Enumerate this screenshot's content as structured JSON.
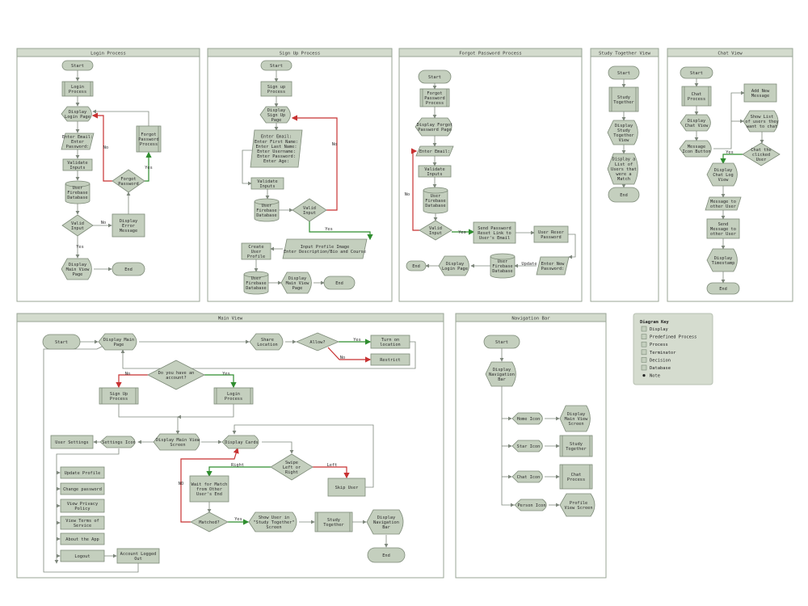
{
  "frames": {
    "login": "Login Process",
    "signup": "Sign Up Process",
    "forgot": "Forgot Password Process",
    "study": "Study Together View",
    "chat": "Chat View",
    "main": "Main View",
    "nav": "Navigation Bar"
  },
  "nodes": {
    "l_start": "Start",
    "l_proc": "Login\nProcess",
    "l_disp": "Display\nLogin Page",
    "l_enter": "Enter Email:\nEnter\nPassword:",
    "l_valid": "Validate\nInputs",
    "l_db": "User\nFirebase\nDatabase",
    "l_vi": "Valid\nInput",
    "l_err": "Display\nError\nMessage",
    "l_fp": "Forgot\nPassword",
    "l_fpp": "Forgot\nPassword\nProcess",
    "l_main": "Display\nMain View\nPage",
    "l_end": "End",
    "s_start": "Start",
    "s_proc": "Sign up\nProcess",
    "s_disp": "Display\nSign Up\nPage",
    "s_enter": "Enter Email:\nEnter First Name:\nEnter Last Name:\nEnter Username:\nEnter Password:\nEnter Age:",
    "s_valid": "Validate\nInputs",
    "s_db": "User\nFirebase\nDatabase",
    "s_vi": "Valid\nInput",
    "s_profile": "Input Profile Image\nEnter Description/Bio and Course",
    "s_create": "Create\nUser\nProfile",
    "s_db2": "User\nFirebase\nDatabase",
    "s_main": "Display\nMain View\nPage",
    "s_end": "End",
    "f_start": "Start",
    "f_proc": "Forgot\nPassword\nProcess",
    "f_disp": "Display Forgot\nPassword Page",
    "f_enter": "Enter Email:",
    "f_valid": "Validate\nInputs",
    "f_db": "User\nFirebase\nDatabase",
    "f_vi": "Valid\nInput",
    "f_send": "Send Password\nReset Link to\nUser's Email",
    "f_reset": "User Reser\nPassword",
    "f_newpw": "Enter New\nPassword:",
    "f_db2": "User\nFirebase\nDatabase",
    "f_login": "Display\nLogin Page",
    "f_end": "End",
    "t_start": "Start",
    "t_proc": "Study\nTogether",
    "t_disp": "Display\nStudy\nTogether\nView",
    "t_list": "Display a\nList of\nUsers that\nwere a\nMatch",
    "t_end": "End",
    "c_start": "Start",
    "c_proc": "Chat\nProcess",
    "c_disp": "Display\nChat View",
    "c_btn": "Message\nIcon Button",
    "c_add": "Add New\nMessage",
    "c_show": "Show List\nof users they\nwant to chat",
    "c_clicked": "Chat the\nclicked\nUser",
    "c_log": "Display\nChat Log\nView",
    "c_msg": "Message to\nother User",
    "c_send": "Send\nMessage to\nother User",
    "c_ts": "Display\nTimestamp",
    "c_end": "End",
    "m_start": "Start",
    "m_disp": "Display Main\nPage",
    "m_share": "Share\nLocation",
    "m_allow": "Allow?",
    "m_turn": "Turn on\nlocation",
    "m_restrict": "Restrict",
    "m_acct": "Do you have an\naccount?",
    "m_signup": "Sign Up\nProcess",
    "m_login": "Login\nProcess",
    "m_screen": "Display Main View\nScreen",
    "m_settings": "Settings Icon",
    "m_usettings": "User Settings",
    "m_cards": "Display Cards",
    "m_swipe": "Swipe\nLeft or\nRight",
    "m_wait": "Wait for Match\nfrom Other\nUser's End",
    "m_skip": "Skip User",
    "m_matched": "Matched?",
    "m_show": "Show User in\n\"Study Together\"\nScreen",
    "m_study": "Study\nTogether",
    "m_navbar": "Display\nNavigation\nBar",
    "m_end": "End",
    "m_up": "Update Profile",
    "m_cp": "Change password",
    "m_vpp": "View Privacy\nPolicy",
    "m_vtos": "View Terms of\nService",
    "m_about": "About the App",
    "m_logout": "Logout",
    "m_loggedout": "Account Logged\nOut",
    "n_start": "Start",
    "n_disp": "Display\nNavigation\nBar",
    "n_home": "Home Icon",
    "n_star": "Star Icon",
    "n_chat": "Chat Icon",
    "n_person": "Person Icon",
    "n_main": "Display\nMain View\nScreen",
    "n_study": "Study\nTogether",
    "n_chatp": "Chat\nProcess",
    "n_profile": "Profile\nView Screen"
  },
  "labels": {
    "yes": "Yes",
    "no": "No",
    "no_lower": "NO",
    "right": "Right",
    "left": "Left",
    "update": "Update"
  },
  "legend": {
    "title": "Diagram Key",
    "items": [
      "Display",
      "Predefined Process",
      "Process",
      "Terminator",
      "Decision",
      "Database",
      "Note"
    ]
  },
  "colors": {
    "node_fill": "#c4cfbe",
    "yes_line": "#2f8d2f",
    "no_line": "#c83232",
    "frame_header": "#d3dbcd"
  }
}
